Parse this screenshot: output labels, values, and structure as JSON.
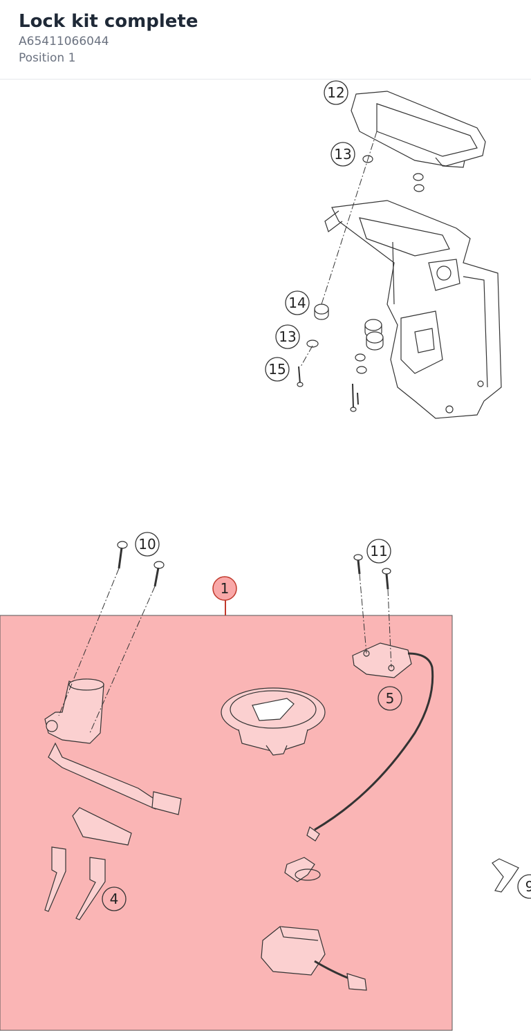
{
  "header": {
    "title": "Lock kit complete",
    "part_number": "A65411066044",
    "position": "Position 1"
  },
  "highlight_color": "#f9a8a8",
  "callouts": {
    "c12": "12",
    "c13a": "13",
    "c14": "14",
    "c13b": "13",
    "c15": "15",
    "c10": "10",
    "c11": "11",
    "c1": "1",
    "c5": "5",
    "c4": "4",
    "c9": "9"
  }
}
